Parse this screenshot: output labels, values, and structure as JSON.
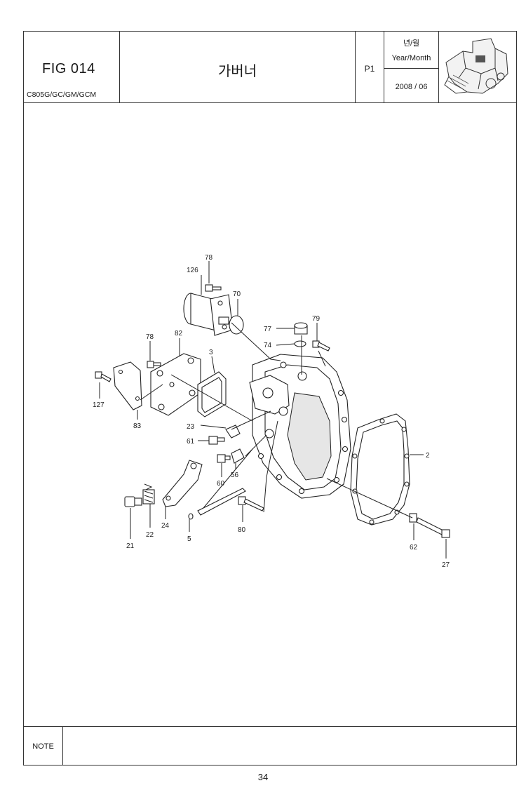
{
  "header": {
    "fig_number": "FIG 014",
    "model_code": "C805G/GC/GM/GCM",
    "title": "가버너",
    "page": "P1",
    "date_label_kr": "년/월",
    "date_label_en": "Year/Month",
    "date_value": "2008 / 06"
  },
  "callouts": {
    "c126": "126",
    "c78a": "78",
    "c70": "70",
    "c77": "77",
    "c79": "79",
    "c74": "74",
    "c78b": "78",
    "c82": "82",
    "c3": "3",
    "c127": "127",
    "c83": "83",
    "c23": "23",
    "c61": "61",
    "c56": "56",
    "c60": "60",
    "c2": "2",
    "c21": "21",
    "c22": "22",
    "c24": "24",
    "c5": "5",
    "c80": "80",
    "c62": "62",
    "c27": "27"
  },
  "note": {
    "label": "NOTE",
    "text": ""
  },
  "footer": {
    "page_number": "34"
  }
}
